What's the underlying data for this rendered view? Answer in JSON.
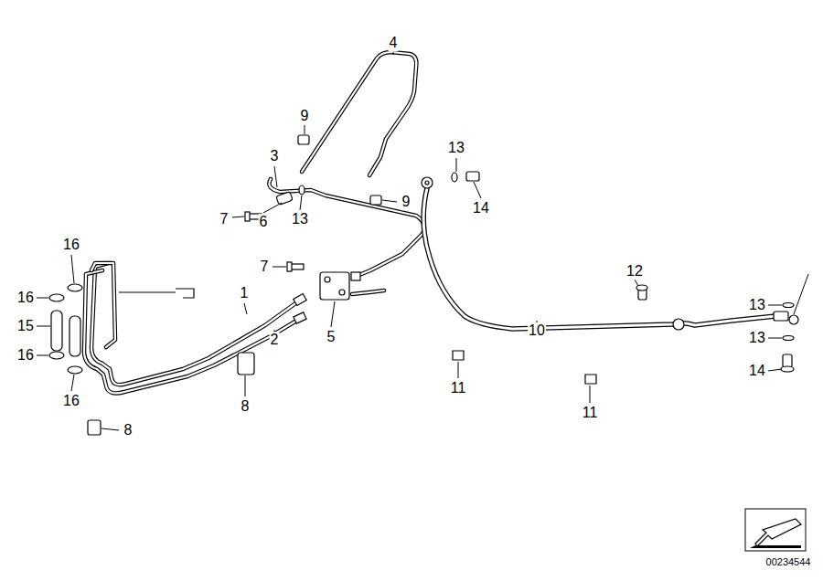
{
  "diagram": {
    "labels": [
      "4",
      "9",
      "13",
      "3",
      "14",
      "9",
      "13",
      "7",
      "6",
      "7",
      "16",
      "16",
      "1",
      "12",
      "13",
      "15",
      "16",
      "2",
      "5",
      "10",
      "13",
      "16",
      "8",
      "8",
      "11",
      "11",
      "14",
      "00234544"
    ]
  }
}
